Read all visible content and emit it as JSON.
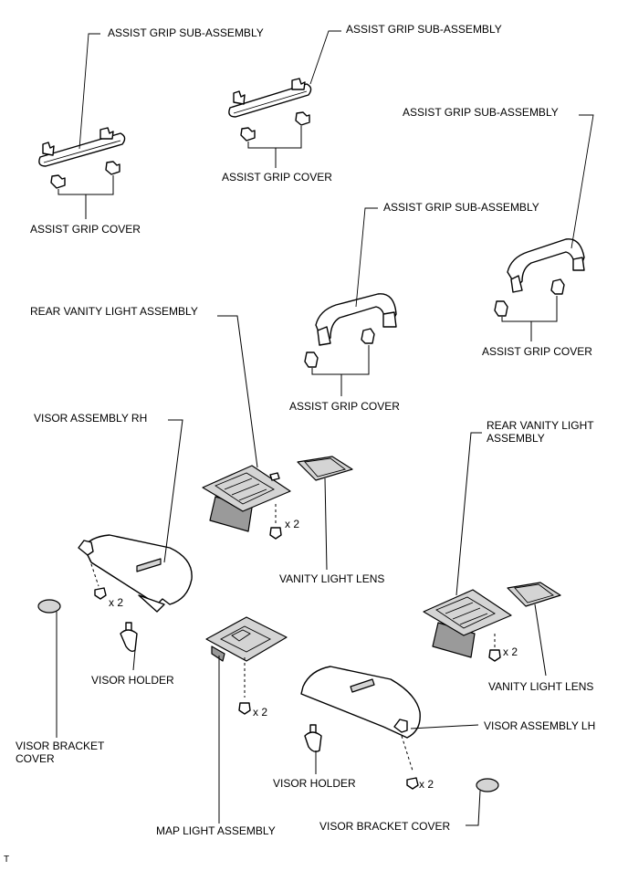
{
  "labels": {
    "grip_sub_1": "ASSIST GRIP SUB-ASSEMBLY",
    "grip_sub_2": "ASSIST GRIP SUB-ASSEMBLY",
    "grip_sub_3": "ASSIST GRIP SUB-ASSEMBLY",
    "grip_sub_4": "ASSIST GRIP SUB-ASSEMBLY",
    "grip_cover_1": "ASSIST GRIP COVER",
    "grip_cover_2": "ASSIST GRIP COVER",
    "grip_cover_3": "ASSIST GRIP COVER",
    "grip_cover_4": "ASSIST GRIP COVER",
    "rear_vanity_1": "REAR VANITY LIGHT ASSEMBLY",
    "rear_vanity_2": "REAR VANITY LIGHT ASSEMBLY",
    "visor_rh": "VISOR ASSEMBLY RH",
    "visor_lh": "VISOR ASSEMBLY LH",
    "vanity_lens_1": "VANITY LIGHT LENS",
    "vanity_lens_2": "VANITY LIGHT LENS",
    "visor_holder_1": "VISOR HOLDER",
    "visor_holder_2": "VISOR HOLDER",
    "visor_bracket_cover_1": "VISOR BRACKET COVER",
    "visor_bracket_cover_2": "VISOR BRACKET COVER",
    "map_light": "MAP LIGHT ASSEMBLY",
    "qty_1": "x 2",
    "qty_2": "x 2",
    "qty_3": "x 2",
    "qty_4": "x 2",
    "qty_5": "x 2",
    "corner_mark": "T"
  }
}
